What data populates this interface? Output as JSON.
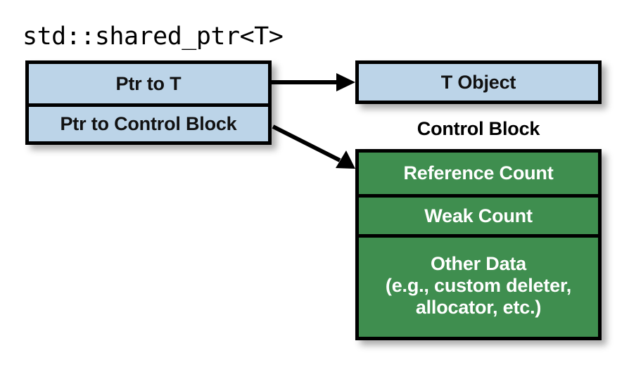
{
  "diagram": {
    "title": "std::shared_ptr<T>",
    "background_color": "#ffffff",
    "colors": {
      "pointer_block_fill": "#bcd4e8",
      "control_block_fill": "#3f8e4f",
      "border": "#000000",
      "control_block_text": "#ffffff",
      "pointer_block_text": "#111111"
    },
    "shared_ptr_box": {
      "rows": [
        {
          "label": "Ptr to T"
        },
        {
          "label": "Ptr to Control Block"
        }
      ]
    },
    "t_object_box": {
      "label": "T Object"
    },
    "control_block_caption": "Control Block",
    "control_block_box": {
      "rows": [
        {
          "lines": [
            "Reference Count"
          ]
        },
        {
          "lines": [
            "Weak Count"
          ]
        },
        {
          "lines": [
            "Other Data",
            "(e.g., custom deleter,",
            "allocator, etc.)"
          ]
        }
      ]
    },
    "arrows": [
      {
        "name": "ptr-to-t-arrow",
        "from": "Ptr to T",
        "to": "T Object"
      },
      {
        "name": "ptr-to-control-block-arrow",
        "from": "Ptr to Control Block",
        "to": "Control Block"
      }
    ]
  }
}
